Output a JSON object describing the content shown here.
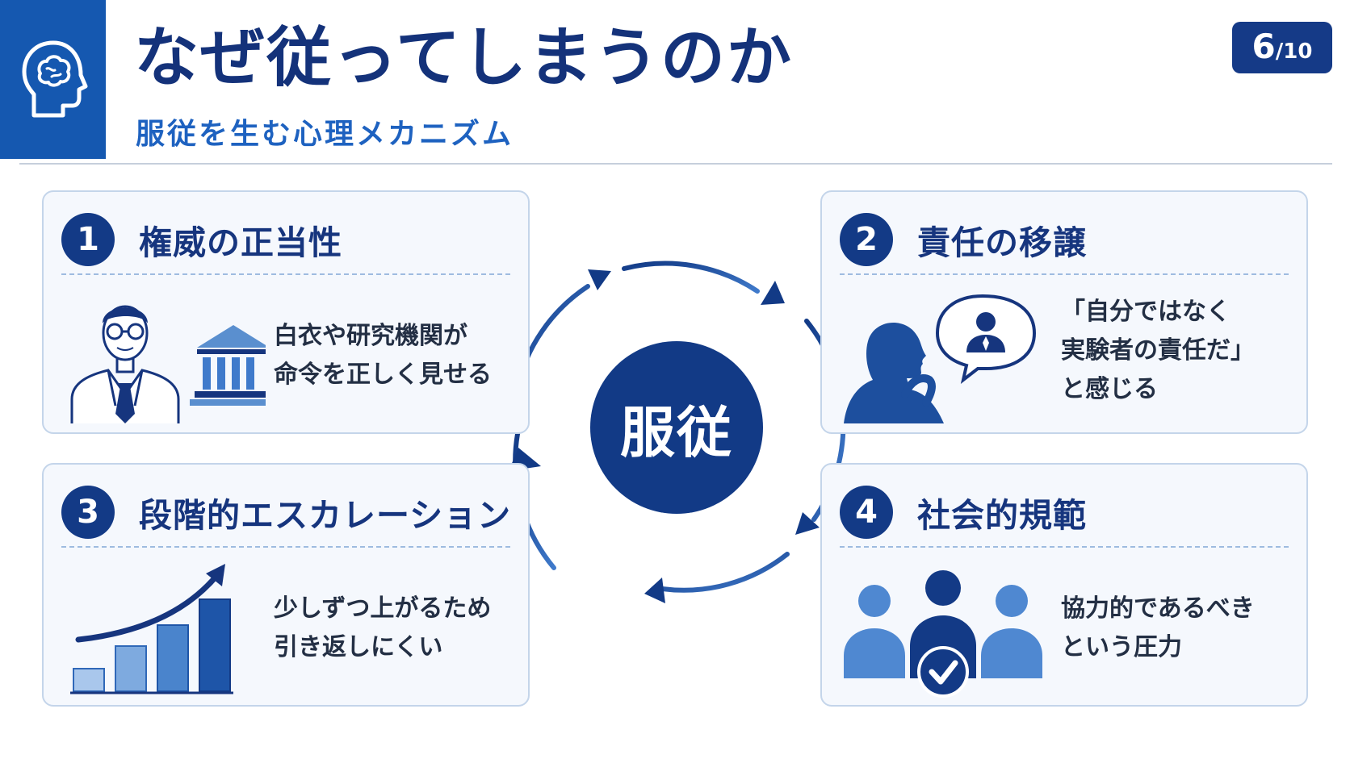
{
  "header": {
    "title": "なぜ従ってしまうのか",
    "subtitle": "服従を生む心理メカニズム",
    "icon": "brain-head-icon",
    "page_current": "6",
    "page_total": "/10"
  },
  "center_label": "服従",
  "cards": [
    {
      "number": "1",
      "title": "権威の正当性",
      "lines": [
        "白衣や研究機関が",
        "命令を正しく見せる"
      ],
      "icon": "scientist-building-icon"
    },
    {
      "number": "2",
      "title": "責任の移譲",
      "lines": [
        "「自分ではなく",
        "実験者の責任だ」",
        "と感じる"
      ],
      "icon": "thinking-person-icon"
    },
    {
      "number": "3",
      "title": "段階的エスカレーション",
      "lines": [
        "少しずつ上がるため",
        "引き返しにくい"
      ],
      "icon": "rising-bars-icon"
    },
    {
      "number": "4",
      "title": "社会的規範",
      "lines": [
        "協力的であるべき",
        "という圧力"
      ],
      "icon": "group-check-icon"
    }
  ],
  "colors": {
    "navy": "#133a86",
    "blue": "#1558b0",
    "light_blue": "#4f88d1",
    "card_bg": "#f5f8fd",
    "card_border": "#c4d5ea"
  }
}
